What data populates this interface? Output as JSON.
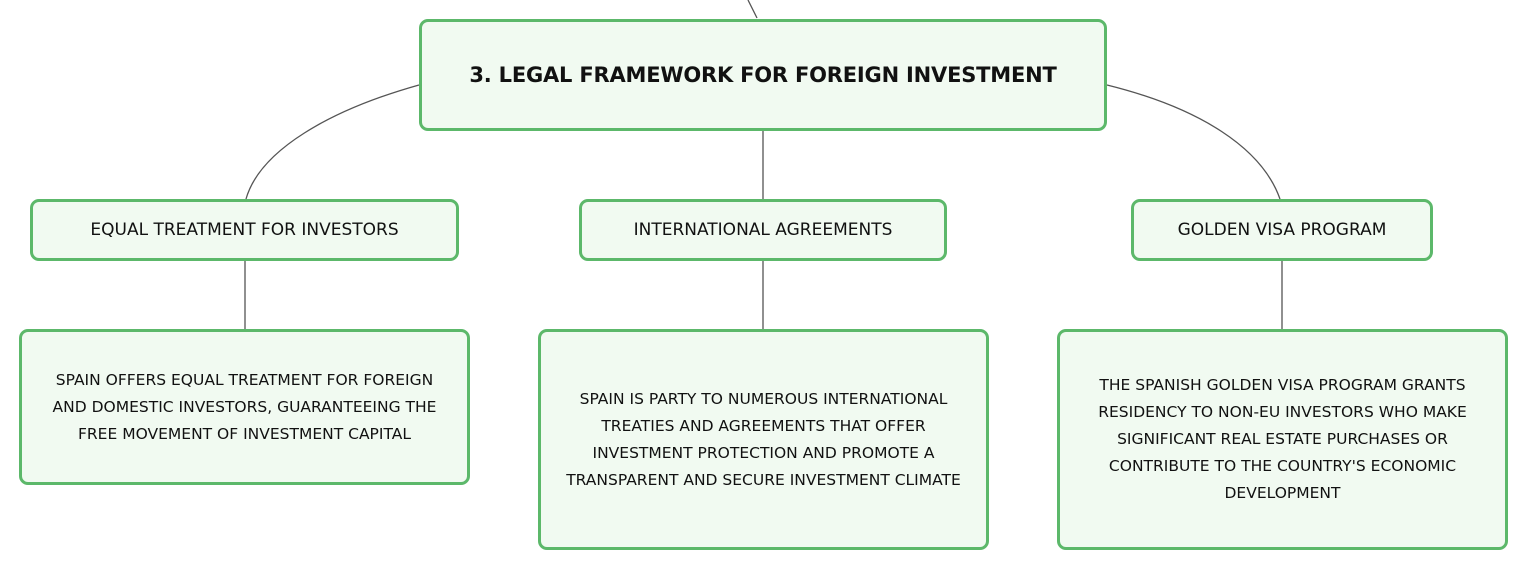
{
  "root": {
    "title": "3. LEGAL FRAMEWORK FOR FOREIGN INVESTMENT"
  },
  "branches": [
    {
      "label": "EQUAL TREATMENT FOR INVESTORS",
      "detail": "SPAIN OFFERS EQUAL TREATMENT FOR FOREIGN\nAND DOMESTIC INVESTORS, GUARANTEEING THE\nFREE MOVEMENT OF INVESTMENT CAPITAL"
    },
    {
      "label": "INTERNATIONAL AGREEMENTS",
      "detail": "SPAIN IS PARTY TO NUMEROUS INTERNATIONAL\nTREATIES AND AGREEMENTS THAT OFFER\nINVESTMENT PROTECTION AND PROMOTE A\nTRANSPARENT AND SECURE INVESTMENT CLIMATE"
    },
    {
      "label": "GOLDEN VISA PROGRAM",
      "detail": "THE SPANISH GOLDEN VISA PROGRAM GRANTS\nRESIDENCY TO NON-EU INVESTORS WHO MAKE\nSIGNIFICANT REAL ESTATE PURCHASES OR\nCONTRIBUTE TO THE COUNTRY'S ECONOMIC\nDEVELOPMENT"
    }
  ],
  "colors": {
    "node_border": "#5cb86a",
    "node_fill": "#f1faf1",
    "connector": "#555555"
  }
}
